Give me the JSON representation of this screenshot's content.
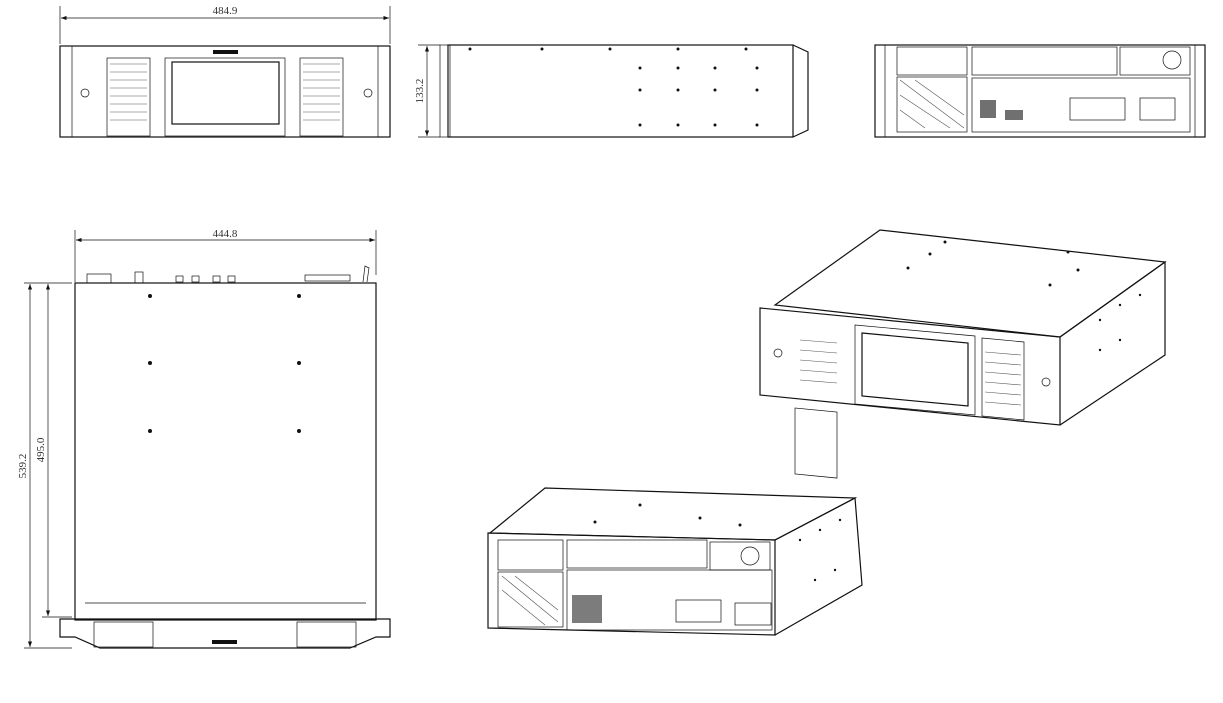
{
  "dimensions": {
    "front_width": "484.9",
    "height": "133.2",
    "body_width": "444.8",
    "total_depth": "539.2",
    "body_depth": "495.0"
  },
  "colors": {
    "line": "#111111",
    "dimension_text": "#333333",
    "background": "#ffffff"
  }
}
